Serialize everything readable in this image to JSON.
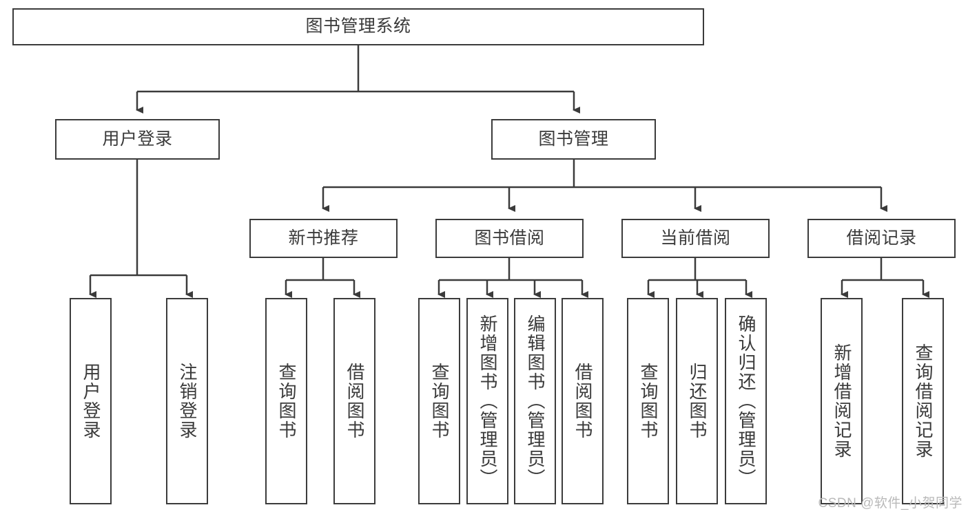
{
  "diagram": {
    "title": "图书管理系统",
    "type": "hierarchy-tree",
    "watermark": "CSDN @软件_小贺同学",
    "colors": {
      "stroke": "#3b3b3b",
      "text": "#3a3a3a",
      "background": "#ffffff",
      "watermark": "#b9b9b9"
    },
    "nodes": {
      "root": {
        "label": "图书管理系统"
      },
      "level1": [
        {
          "label": "用户登录"
        },
        {
          "label": "图书管理"
        }
      ],
      "level2": [
        {
          "label": "新书推荐"
        },
        {
          "label": "图书借阅"
        },
        {
          "label": "当前借阅"
        },
        {
          "label": "借阅记录"
        }
      ],
      "leaves": {
        "user_login": [
          {
            "label": "用户登录"
          },
          {
            "label": "注销登录"
          }
        ],
        "new_book_rec": [
          {
            "label": "查询图书"
          },
          {
            "label": "借阅图书"
          }
        ],
        "book_borrow": [
          {
            "label": "查询图书"
          },
          {
            "label": "新增图书（管理员）"
          },
          {
            "label": "编辑图书（管理员）"
          },
          {
            "label": "借阅图书"
          }
        ],
        "current_borrow": [
          {
            "label": "查询图书"
          },
          {
            "label": "归还图书"
          },
          {
            "label": "确认归还（管理员）"
          }
        ],
        "borrow_record": [
          {
            "label": "新增借阅记录"
          },
          {
            "label": "查询借阅记录"
          }
        ]
      }
    }
  }
}
